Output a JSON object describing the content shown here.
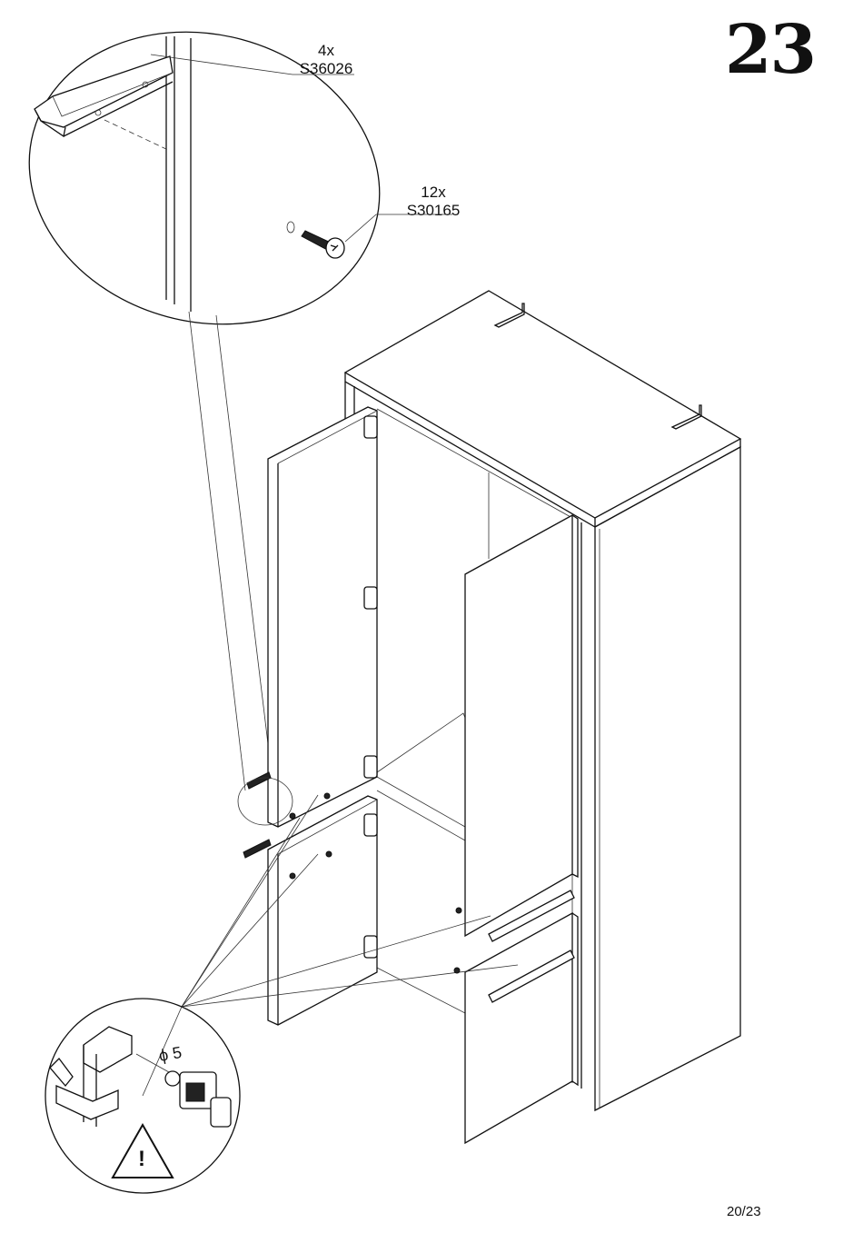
{
  "step": {
    "number": "23"
  },
  "page": {
    "indicator": "20/23"
  },
  "parts": [
    {
      "quantity": "4x",
      "code": "S36026",
      "description": "handle-profile"
    },
    {
      "quantity": "12x",
      "code": "S30165",
      "description": "screw"
    }
  ],
  "drill_callout": {
    "diameter_label": "ϕ 5",
    "warning_symbol": "!"
  }
}
